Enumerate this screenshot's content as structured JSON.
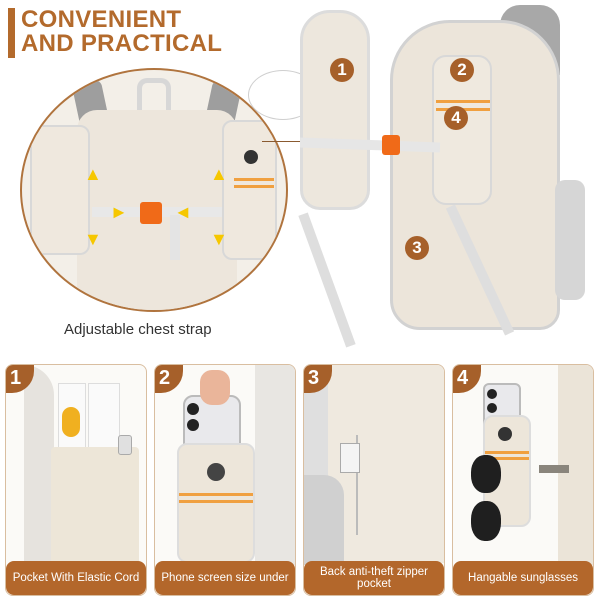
{
  "title": {
    "line1": "CONVENIENT",
    "line2": "AND PRACTICAL"
  },
  "detail_circle": {
    "caption": "Adjustable chest strap"
  },
  "hero_markers": [
    "1",
    "2",
    "3",
    "4"
  ],
  "features": [
    {
      "number": "1",
      "label": "Pocket With Elastic Cord"
    },
    {
      "number": "2",
      "label": "Phone screen size under"
    },
    {
      "number": "3",
      "label": "Back anti-theft zipper pocket"
    },
    {
      "number": "4",
      "label": "Hangable sunglasses"
    }
  ],
  "colors": {
    "brand_brown": "#b3672b",
    "buckle_orange": "#f06a18",
    "arrow_yellow": "#f6c700",
    "fabric_beige": "#ece5da"
  }
}
